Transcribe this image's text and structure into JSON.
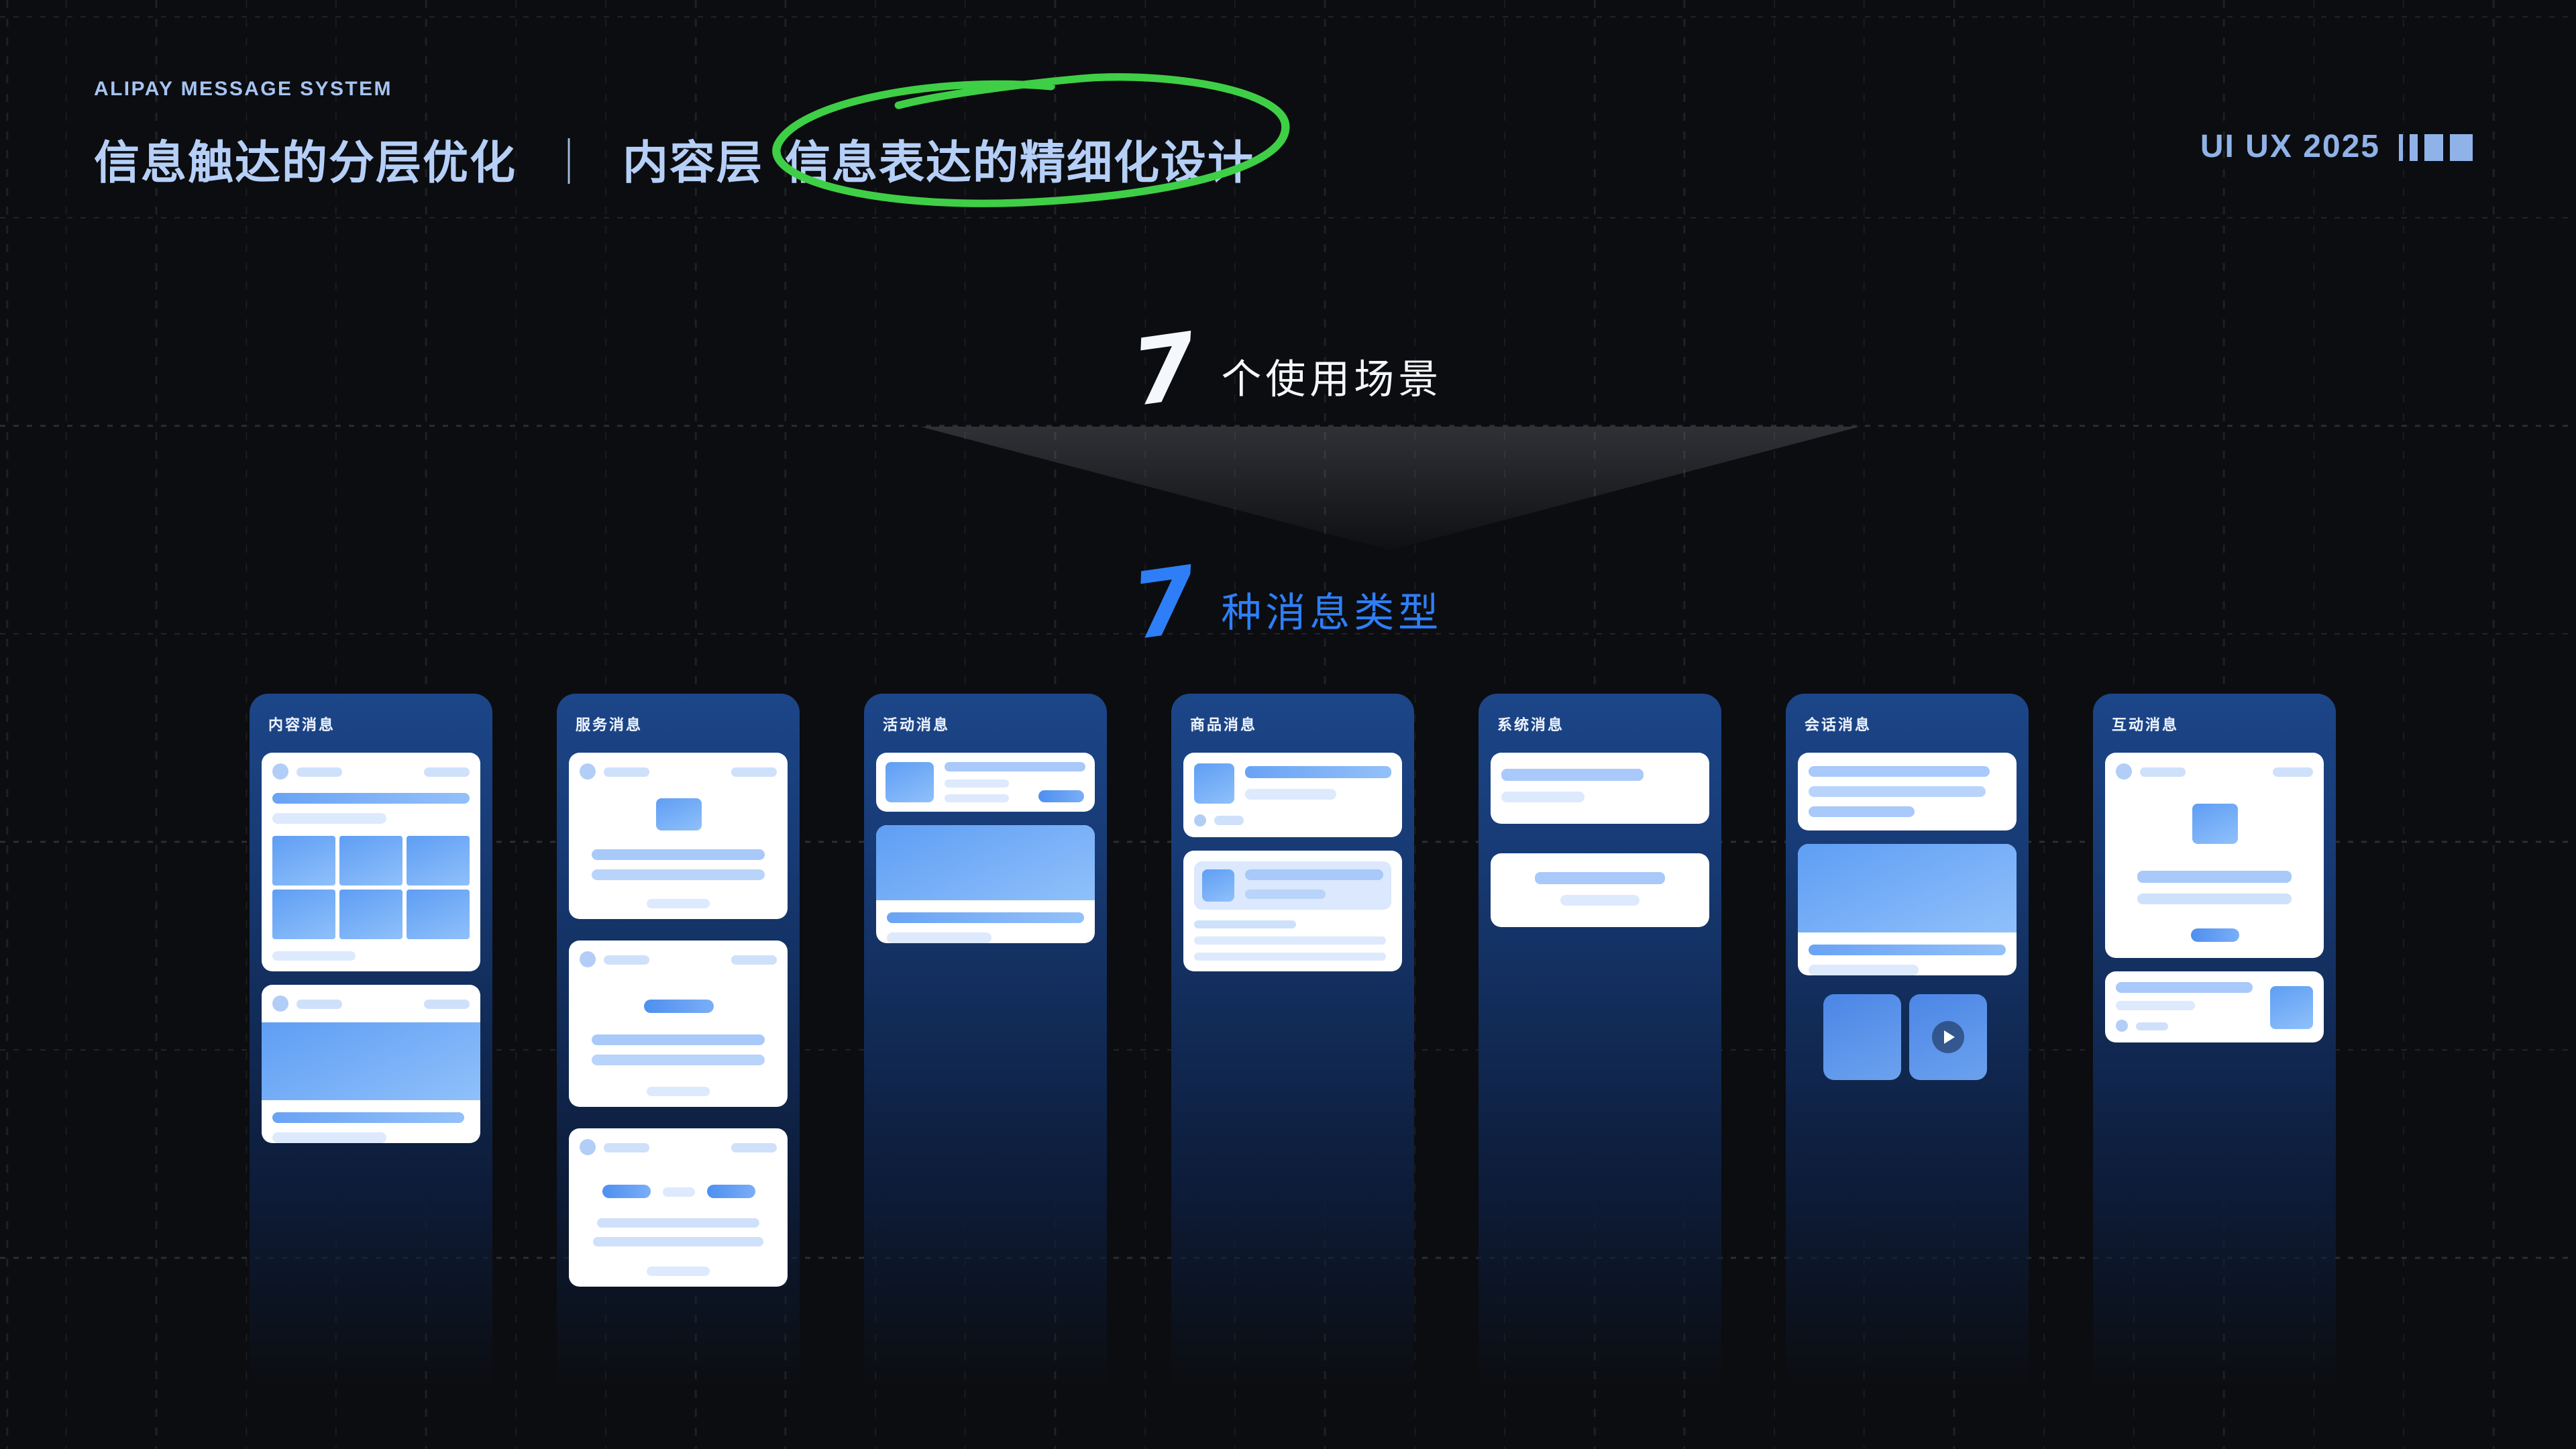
{
  "slide": {
    "eyebrow": "ALIPAY MESSAGE SYSTEM",
    "title": {
      "part1": "信息触达的分层优化",
      "divider": "｜",
      "part2": "内容层",
      "circled": "信息表达的精细化设计"
    },
    "badge": {
      "label": "UI UX 2025"
    }
  },
  "funnel": {
    "scenarios": {
      "count": "7",
      "label": "个使用场景"
    },
    "types": {
      "count": "7",
      "label": "种消息类型"
    }
  },
  "columns": [
    {
      "label": "内容消息"
    },
    {
      "label": "服务消息"
    },
    {
      "label": "活动消息"
    },
    {
      "label": "商品消息"
    },
    {
      "label": "系统消息"
    },
    {
      "label": "会话消息"
    },
    {
      "label": "互动消息"
    }
  ],
  "colors": {
    "background": "#0c0d10",
    "panel_top": "#1c4689",
    "accent_blue": "#2e7ff7",
    "title_text": "#b5cff7",
    "annotation_green": "#3ecf46",
    "card": "#ffffff",
    "scenario_text": "#ffffff"
  }
}
